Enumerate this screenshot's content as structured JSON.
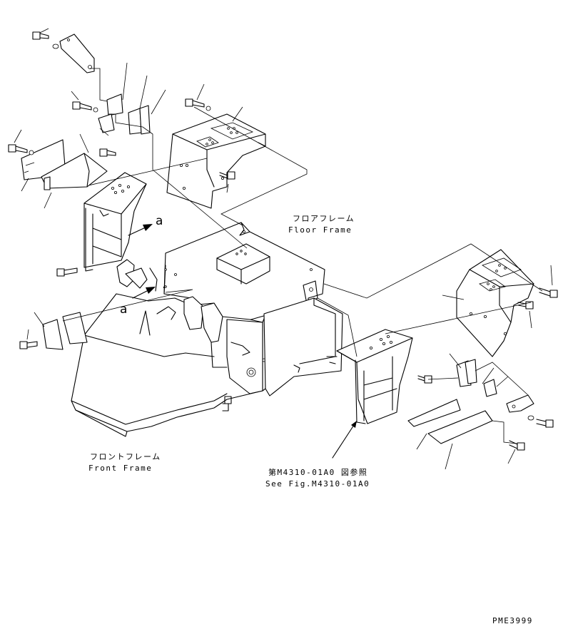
{
  "labels": {
    "floor_frame_jp": "フロアフレーム",
    "floor_frame_en": "Floor Frame",
    "front_frame_jp": "フロントフレーム",
    "front_frame_en": "Front Frame",
    "see_fig_jp": "第M4310-01A0 図参照",
    "see_fig_en": "See Fig.M4310-01A0",
    "view_a_upper": "a",
    "view_a_lower": "a",
    "drawing_code": "PME3999"
  }
}
